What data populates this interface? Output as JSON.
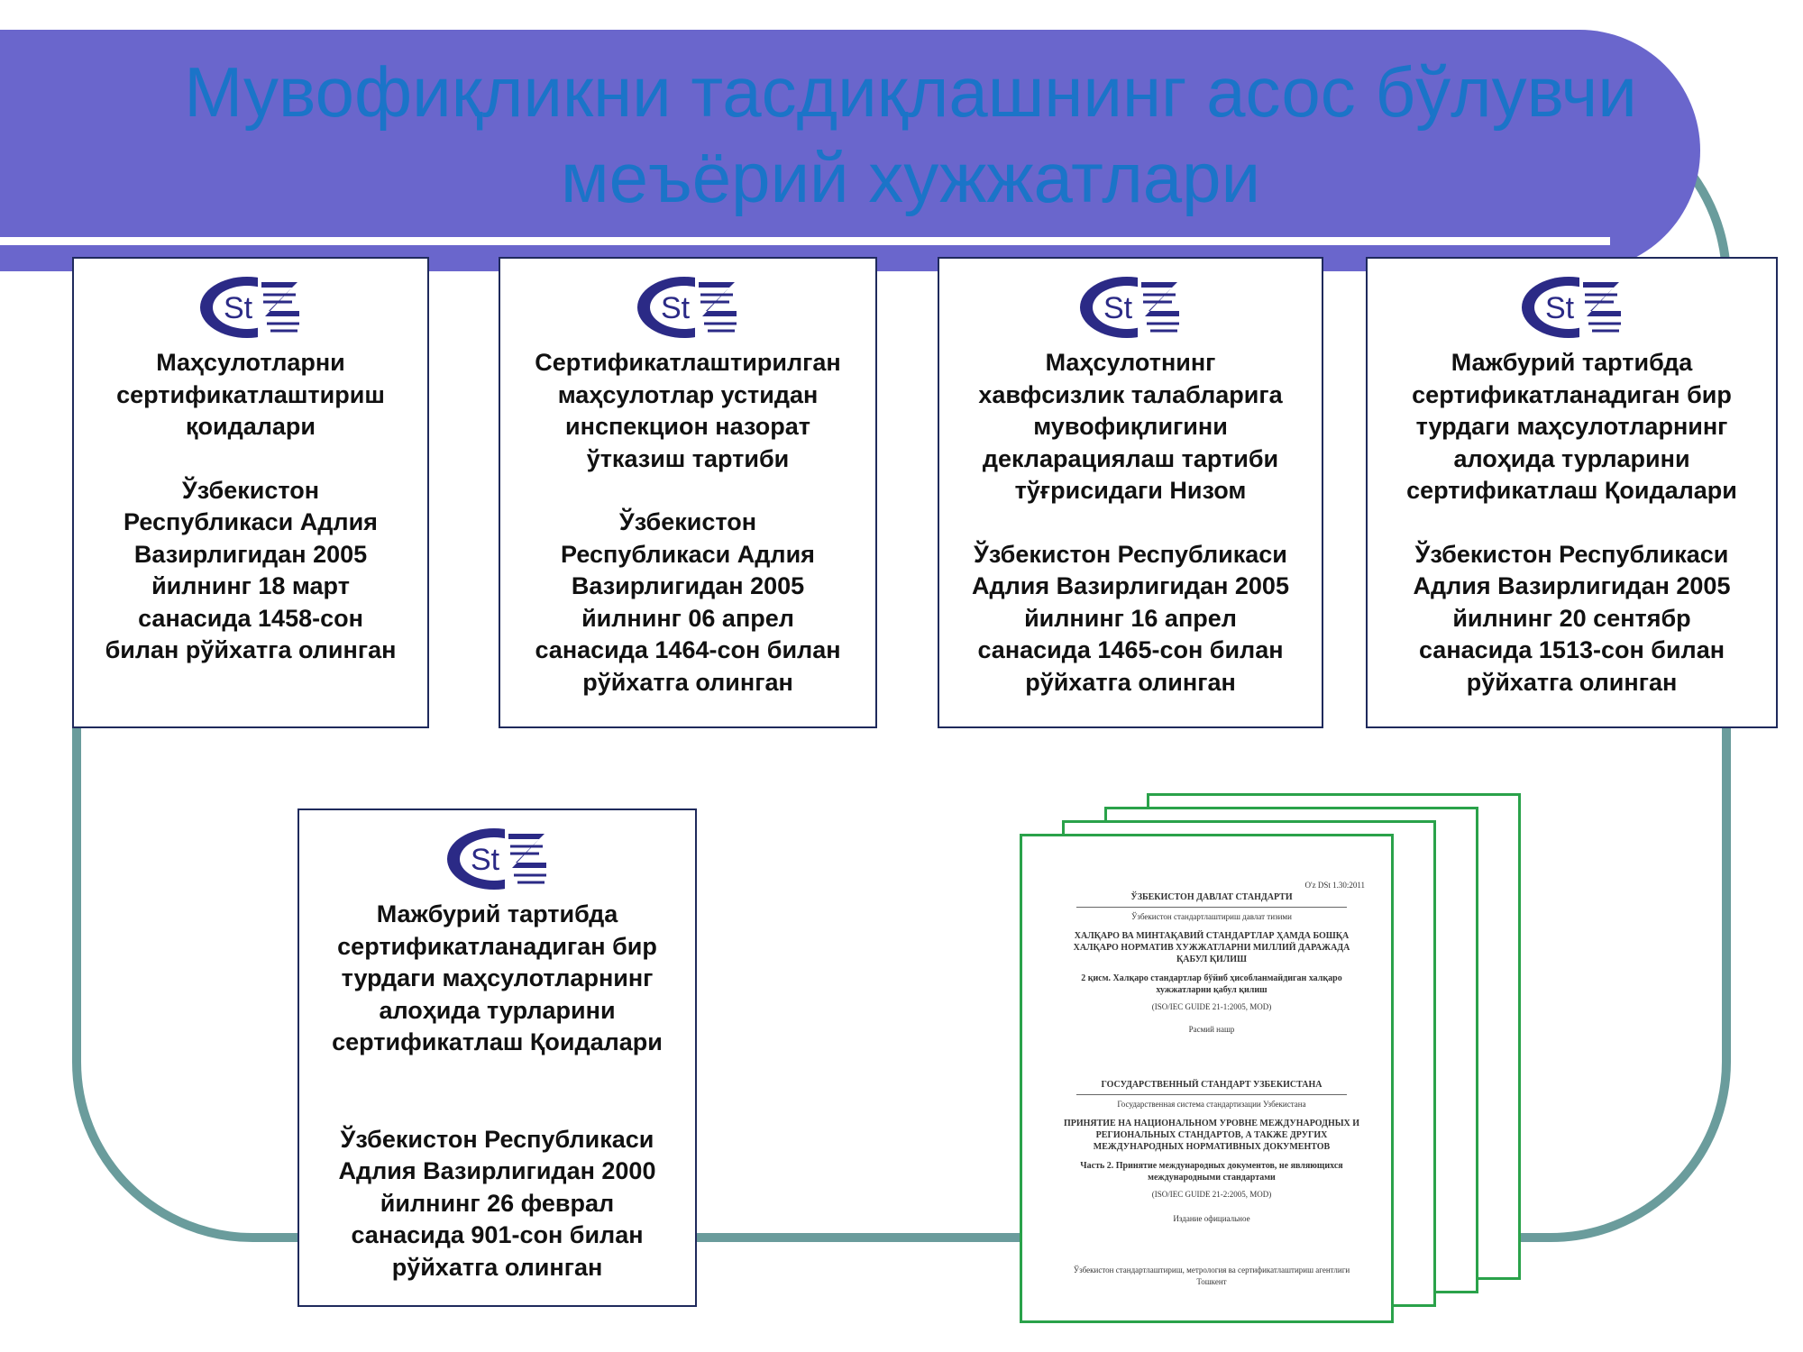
{
  "title": "Мувофиқликни тасдиқлашнинг асос бўлувчи меъёрий хужжатлари",
  "logo_text": "St",
  "cards": [
    {
      "name": "Маҳсулотларни\nсертификатлаштириш\nқоидалари",
      "registration": "Ўзбекистон\nРеспубликаси Адлия\nВазирлигидан 2005\nйилнинг 18 март\nсанасида 1458-сон\nбилан рўйхатга олинган"
    },
    {
      "name": "Сертификатлаштирилган\nмаҳсулотлар устидан\nинспекцион назорат\nўтказиш тартиби",
      "registration": "Ўзбекистон\nРеспубликаси Адлия\nВазирлигидан 2005\nйилнинг 06 апрел\nсанасида 1464-сон билан\nрўйхатга олинган"
    },
    {
      "name": "Маҳсулотнинг\nхавфсизлик талабларига\nмувофиқлигини\nдекларациялаш тартиби\nтўғрисидаги Низом",
      "registration": "Ўзбекистон Республикаси\nАдлия Вазирлигидан 2005\nйилнинг 16 апрел\nсанасида 1465-сон билан\nрўйхатга олинган"
    },
    {
      "name": "Мажбурий тартибда\nсертификатланадиган бир\nтурдаги маҳсулотларнинг\nалоҳида турларини\nсертификатлаш Қоидалари",
      "registration": "Ўзбекистон Республикаси\nАдлия Вазирлигидан 2005\nйилнинг 20 сентябр\nсанасида 1513-сон билан\nрўйхатга олинган"
    },
    {
      "name": "Мажбурий тартибда\nсертификатланадиган бир\nтурдаги маҳсулотларнинг\nалоҳида турларини\nсертификатлаш Қоидалари",
      "registration": "Ўзбекистон Республикаси\nАдлия Вазирлигидан 2000\nйилнинг 26 феврал\nсанасида 901-сон билан\nрўйхатга олинган"
    }
  ],
  "document": {
    "code": "O'z DSt 1.30:2011",
    "uz_header": "ЎЗБЕКИСТОН ДАВЛАТ СТАНДАРТИ",
    "uz_system": "Ўзбекистон стандартлаштириш давлат тизими",
    "uz_title": "ХАЛҚАРО ВА МИНТАҚАВИЙ СТАНДАРТЛАР ҲАМДА БОШҚА ХАЛҚАРО НОРМАТИВ ХУЖЖАТЛАРНИ МИЛЛИЙ ДАРАЖАДА ҚАБУЛ ҚИЛИШ",
    "uz_part": "2 қисм. Халқаро стандартлар бўйиб ҳисобланмайдиган халқаро хужжатларни қабул қилиш",
    "uz_ref": "(ISO/IEC GUIDE 21-1:2005, MOD)",
    "uz_edition": "Расмий нашр",
    "ru_header": "ГОСУДАРСТВЕННЫЙ СТАНДАРТ УЗБЕКИСТАНА",
    "ru_system": "Государственная система стандартизации Узбекистана",
    "ru_title": "ПРИНЯТИЕ НА НАЦИОНАЛЬНОМ УРОВНЕ МЕЖДУНАРОДНЫХ И РЕГИОНАЛЬНЫХ СТАНДАРТОВ, А ТАКЖЕ ДРУГИХ МЕЖДУНАРОДНЫХ НОРМАТИВНЫХ ДОКУМЕНТОВ",
    "ru_part": "Часть 2. Принятие международных документов, не являющихся международными стандартами",
    "ru_ref": "(ISO/IEC GUIDE 21-2:2005, MOD)",
    "ru_edition": "Издание официальное",
    "footer": "Ўзбекистон стандартлаштириш, метрология ва сертификатлаштириш агентлиги\nТошкент"
  },
  "colors": {
    "title_band": "#6a66cc",
    "title_text": "#1b74c8",
    "frame": "#6a9c9c",
    "card_border": "#1f2a5c",
    "sheet_border": "#2aa24a"
  }
}
